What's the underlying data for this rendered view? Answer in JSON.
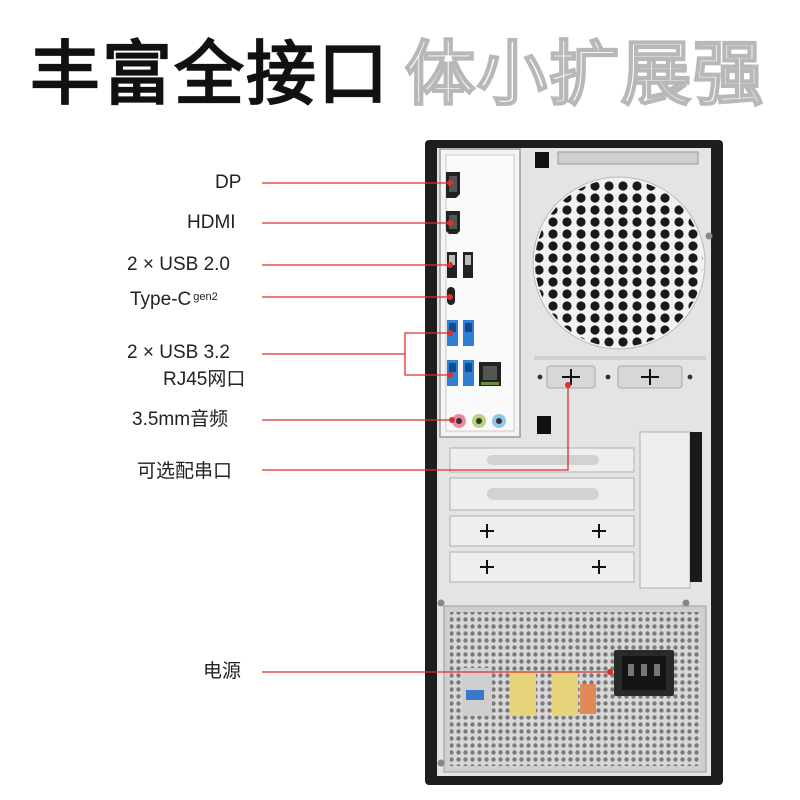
{
  "headline": {
    "bold_text": "丰富全接口",
    "outline_text": "体小扩展强"
  },
  "callouts": {
    "dp": "DP",
    "hdmi": "HDMI",
    "usb2": "2 × USB 2.0",
    "typec": "Type-C",
    "typec_sup": "gen2",
    "usb32": "2 × USB 3.2",
    "rj45": "RJ45网口",
    "audio": "3.5mm音频",
    "serial": "可选配串口",
    "power": "电源"
  },
  "colors": {
    "callout_line": "#d9302b",
    "chassis": "#1e1e1e",
    "panel": "#e6e6e6",
    "usb3_blue": "#2f7fd6"
  }
}
